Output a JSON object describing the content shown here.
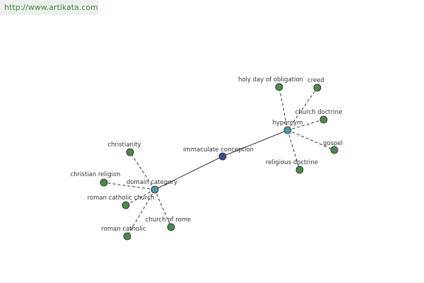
{
  "watermark": {
    "text": "http://www.artikata.com"
  },
  "colors": {
    "central_node": "#3d4d8c",
    "hub_node": "#4c9aa6",
    "leaf_node": "#4d8a4d",
    "edge": "#333333",
    "watermark_text": "#3a8a3a",
    "watermark_bg": "#efefef"
  },
  "graph": {
    "nodes": [
      {
        "id": "immaculate",
        "label": "immaculate conception",
        "kind": "central"
      },
      {
        "id": "hypernym",
        "label": "hypernym",
        "kind": "hub"
      },
      {
        "id": "domain",
        "label": "domain category",
        "kind": "hub"
      },
      {
        "id": "holyday",
        "label": "holy day of obligation",
        "kind": "leaf"
      },
      {
        "id": "creed",
        "label": "creed",
        "kind": "leaf"
      },
      {
        "id": "churchdoc",
        "label": "church doctrine",
        "kind": "leaf"
      },
      {
        "id": "gospel",
        "label": "gospel",
        "kind": "leaf"
      },
      {
        "id": "reldoc",
        "label": "religious doctrine",
        "kind": "leaf"
      },
      {
        "id": "christianity",
        "label": "christianity",
        "kind": "leaf"
      },
      {
        "id": "chrreligion",
        "label": "christian religion",
        "kind": "leaf"
      },
      {
        "id": "rcchurch",
        "label": "roman catholic church",
        "kind": "leaf"
      },
      {
        "id": "churchrome",
        "label": "church of rome",
        "kind": "leaf"
      },
      {
        "id": "romancatholic",
        "label": "roman catholic",
        "kind": "leaf"
      }
    ],
    "edges": [
      {
        "from": "immaculate",
        "to": "hypernym",
        "style": "solid"
      },
      {
        "from": "immaculate",
        "to": "domain",
        "style": "solid"
      },
      {
        "from": "hypernym",
        "to": "holyday",
        "style": "dashed"
      },
      {
        "from": "hypernym",
        "to": "creed",
        "style": "dashed"
      },
      {
        "from": "hypernym",
        "to": "churchdoc",
        "style": "dashed"
      },
      {
        "from": "hypernym",
        "to": "gospel",
        "style": "dashed"
      },
      {
        "from": "hypernym",
        "to": "reldoc",
        "style": "dashed"
      },
      {
        "from": "domain",
        "to": "christianity",
        "style": "dashed"
      },
      {
        "from": "domain",
        "to": "chrreligion",
        "style": "dashed"
      },
      {
        "from": "domain",
        "to": "rcchurch",
        "style": "dashed"
      },
      {
        "from": "domain",
        "to": "churchrome",
        "style": "dashed"
      },
      {
        "from": "domain",
        "to": "romancatholic",
        "style": "dashed"
      }
    ]
  }
}
